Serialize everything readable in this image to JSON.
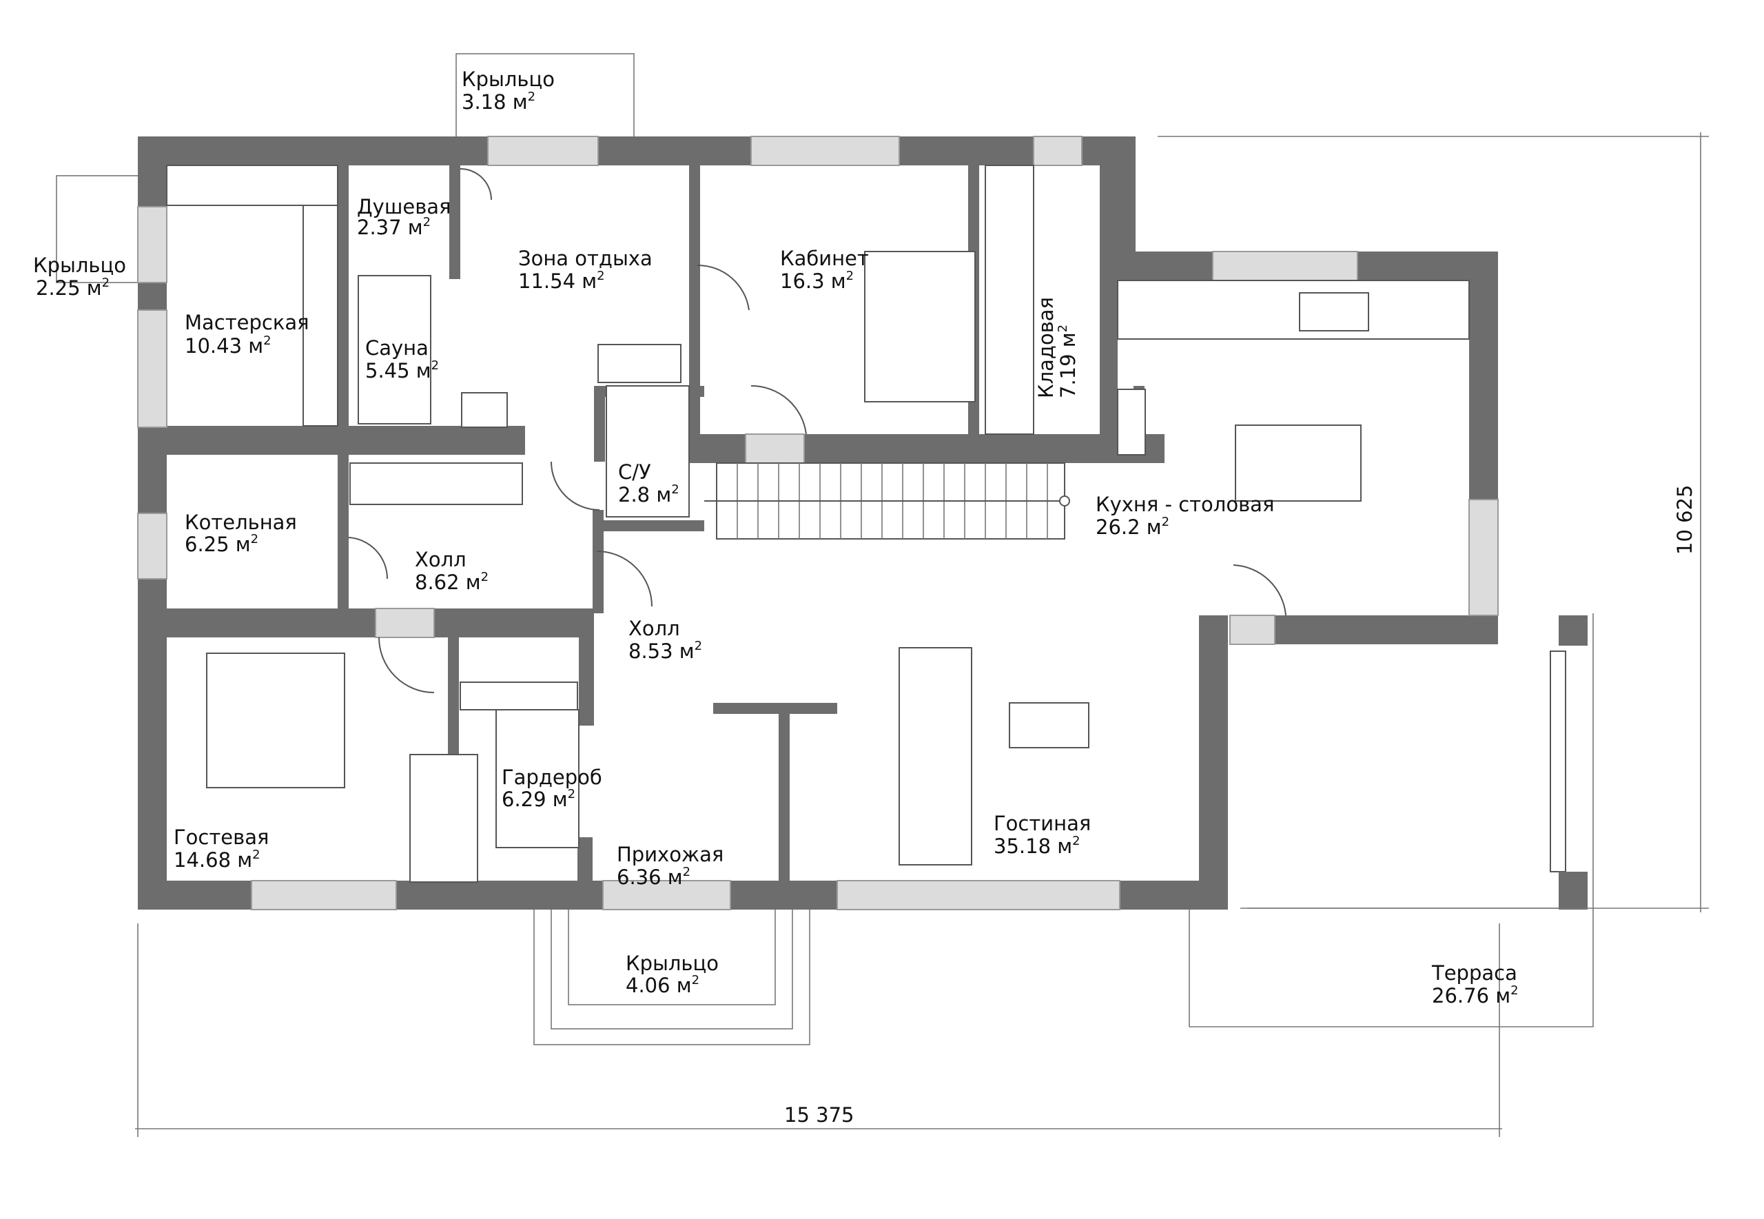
{
  "rooms": {
    "porch_top": {
      "name": "Крыльцо",
      "area": "3.18 м",
      "sup": "2"
    },
    "porch_left": {
      "name": "Крыльцо",
      "area": "2.25 м",
      "sup": "2"
    },
    "porch_bottom": {
      "name": "Крыльцо",
      "area": "4.06 м",
      "sup": "2"
    },
    "workshop": {
      "name": "Мастерская",
      "area": "10.43 м",
      "sup": "2"
    },
    "shower": {
      "name": "Душевая",
      "area": "2.37 м",
      "sup": "2"
    },
    "sauna": {
      "name": "Сауна",
      "area": "5.45 м",
      "sup": "2"
    },
    "rest_zone": {
      "name": "Зона отдыха",
      "area": "11.54 м",
      "sup": "2"
    },
    "office": {
      "name": "Кабинет",
      "area": "16.3 м",
      "sup": "2"
    },
    "pantry": {
      "name": "Кладовая",
      "area": "7.19 м",
      "sup": "2"
    },
    "boiler": {
      "name": "Котельная",
      "area": "6.25 м",
      "sup": "2"
    },
    "bathroom": {
      "name": "С/У",
      "area": "2.8 м",
      "sup": "2"
    },
    "hall_1": {
      "name": "Холл",
      "area": "8.62 м",
      "sup": "2"
    },
    "hall_2": {
      "name": "Холл",
      "area": "8.53 м",
      "sup": "2"
    },
    "kitchen": {
      "name": "Кухня - столовая",
      "area": "26.2 м",
      "sup": "2"
    },
    "guest": {
      "name": "Гостевая",
      "area": "14.68 м",
      "sup": "2"
    },
    "wardrobe": {
      "name": "Гардероб",
      "area": "6.29 м",
      "sup": "2"
    },
    "entry": {
      "name": "Прихожая",
      "area": "6.36 м",
      "sup": "2"
    },
    "living": {
      "name": "Гостиная",
      "area": "35.18 м",
      "sup": "2"
    },
    "terrace": {
      "name": "Терраса",
      "area": "26.76 м",
      "sup": "2"
    }
  },
  "dimensions": {
    "width": "15 375",
    "height": "10 625"
  }
}
